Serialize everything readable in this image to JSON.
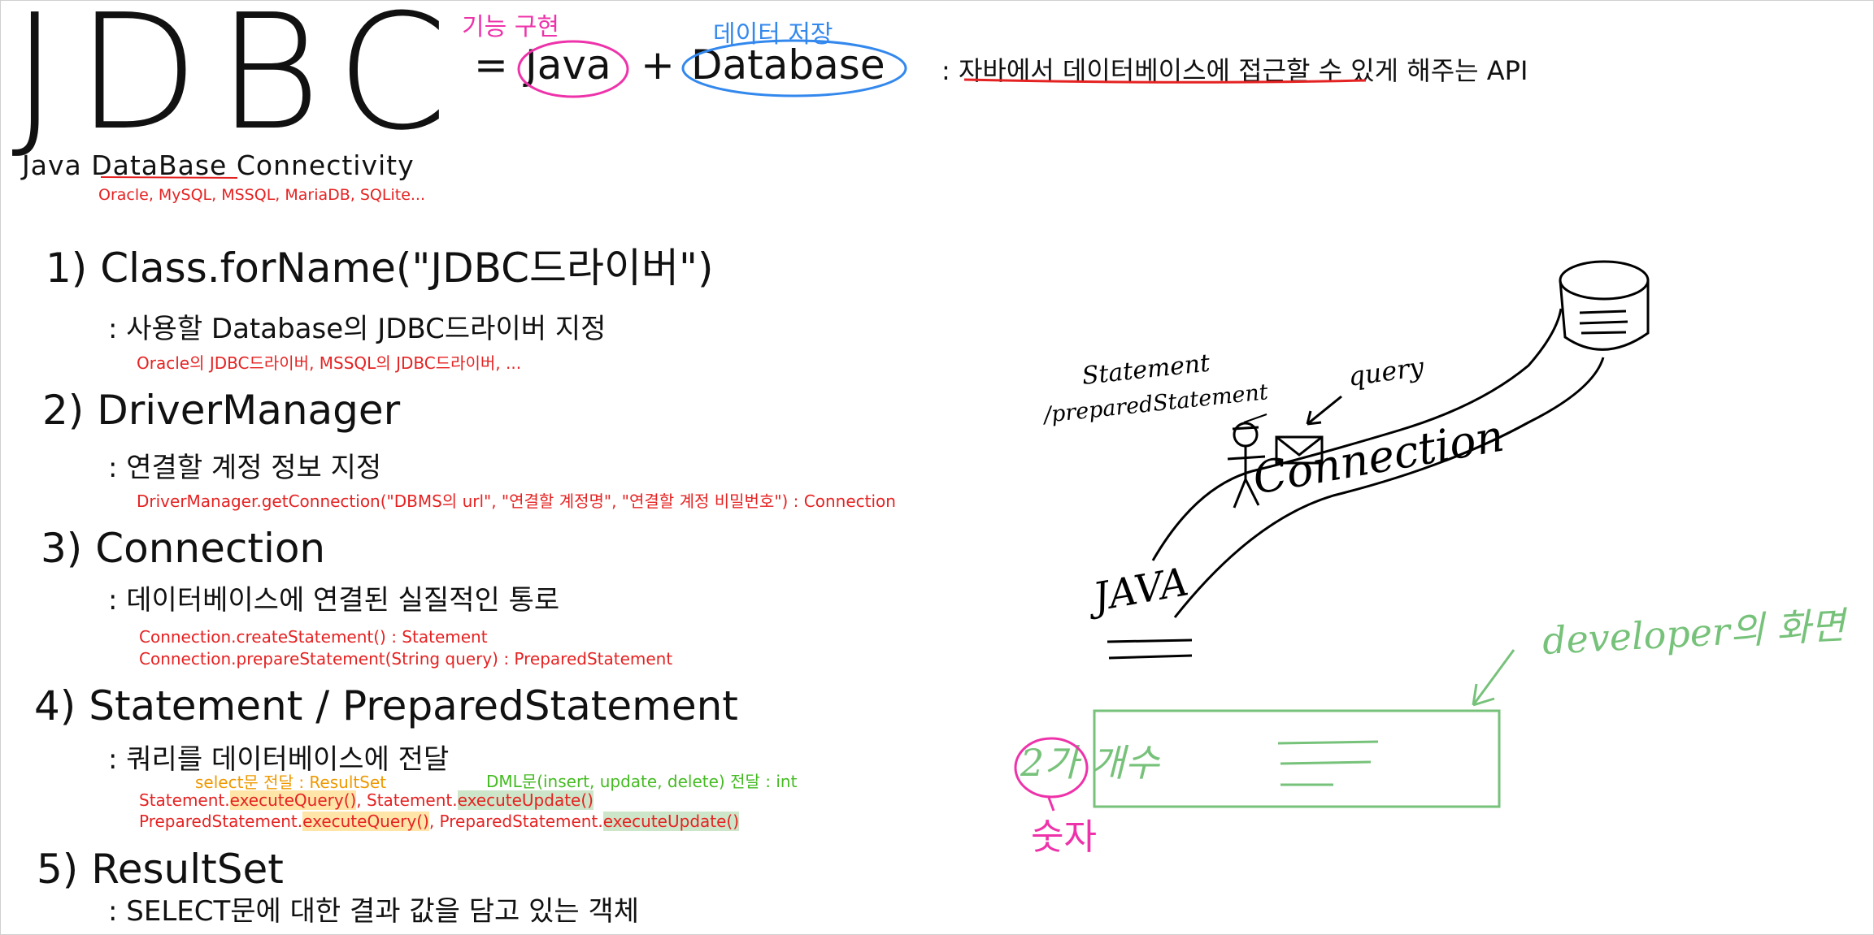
{
  "header": {
    "logo": "JDBC",
    "equals": "=",
    "java": "Java",
    "plus": "+",
    "database": "Database",
    "java_note": "기능 구현",
    "database_note": "데이터 저장",
    "description": ": 자바에서 데이터베이스에 접근할 수 있게 해주는 API",
    "full_name": "Java DataBase Connectivity",
    "db_list": "Oracle, MySQL, MSSQL, MariaDB, SQLite..."
  },
  "steps": [
    {
      "title": "1) Class.forName(\"JDBC드라이버\")",
      "desc": ": 사용할 Database의 JDBC드라이버 지정",
      "notes": [
        "Oracle의 JDBC드라이버, MSSQL의 JDBC드라이버, ..."
      ]
    },
    {
      "title": "2) DriverManager",
      "desc": ": 연결할 계정 정보 지정",
      "notes": [
        "DriverManager.getConnection(\"DBMS의 url\", \"연결할 계정명\", \"연결할 계정 비밀번호\") : Connection"
      ]
    },
    {
      "title": "3) Connection",
      "desc": ": 데이터베이스에 연결된 실질적인 통로",
      "notes": [
        "Connection.createStatement() : Statement",
        "Connection.prepareStatement(String query) : PreparedStatement"
      ]
    },
    {
      "title": "4) Statement / PreparedStatement",
      "desc": ": 쿼리를 데이터베이스에 전달",
      "select_note": "select문 전달 : ResultSet",
      "dml_note": "DML문(insert, update, delete) 전달 : int",
      "line1": [
        "Statement.",
        "executeQuery()",
        ", Statement.",
        "executeUpdate()"
      ],
      "line2": [
        "PreparedStatement.",
        "executeQuery()",
        ", PreparedStatement.",
        "executeUpdate()"
      ]
    },
    {
      "title": "5) ResultSet",
      "desc": ": SELECT문에 대한 결과 값을 담고 있는 객체"
    }
  ],
  "sketch": {
    "statement_label": "Statement",
    "prepared_label": "/preparedStatement",
    "query_label": "query",
    "connection_label": "Connection",
    "java_label": "JAVA",
    "developer_label": "developer의 화면",
    "screen_text": "2가 개수",
    "number_label": "숫자"
  },
  "colors": {
    "note_red": "#e52222",
    "note_green": "#44bb22",
    "note_orange": "#ee9900",
    "pink": "#ee33aa",
    "blue": "#3388ee",
    "sketch_green": "#77c27a"
  }
}
